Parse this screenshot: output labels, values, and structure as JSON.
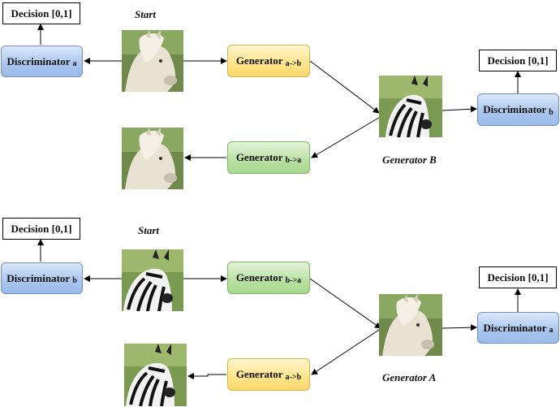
{
  "labels": {
    "decision": "Decision [0,1]",
    "discriminator": "Discriminator",
    "generator": "Generator",
    "sub_a": "a",
    "sub_b": "b",
    "sub_ab": "a->b",
    "sub_ba": "b->a",
    "start": "Start",
    "generator_b_caption": "Generator B",
    "generator_a_caption": "Generator A"
  },
  "colors": {
    "discriminator": "#a9c5ee",
    "generator_ab": "#ffe48a",
    "generator_ba": "#b8e0a2",
    "arrow": "#000000"
  },
  "images": {
    "horse": "horse-photo",
    "zebra": "zebra-photo"
  }
}
